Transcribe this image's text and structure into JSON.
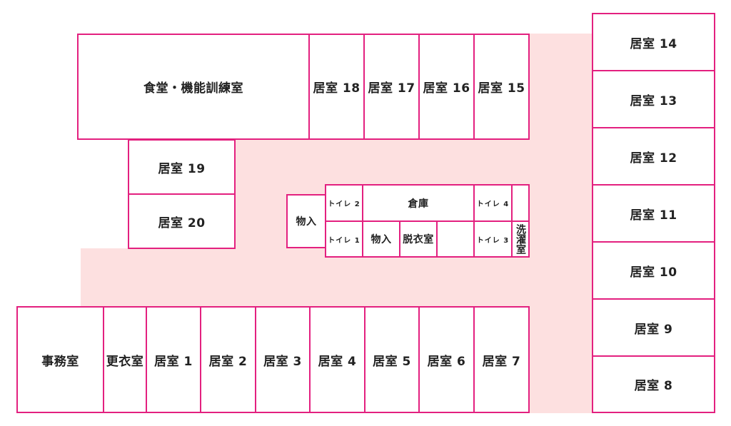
{
  "floor_plan": {
    "rooms": {
      "dining": "食堂・機能訓練室",
      "r18": "居室 18",
      "r17": "居室 17",
      "r16": "居室 16",
      "r15": "居室 15",
      "r14": "居室 14",
      "r13": "居室 13",
      "r12": "居室 12",
      "r11": "居室 11",
      "r10": "居室 10",
      "r9": "居室 9",
      "r8": "居室 8",
      "r19": "居室 19",
      "r20": "居室 20",
      "storage_left": "物入",
      "toilet2": "トイレ 2",
      "warehouse": "倉庫",
      "toilet4": "トイレ 4",
      "toilet1": "トイレ 1",
      "storage_mid": "物入",
      "dressing": "脱衣室",
      "toilet3": "トイレ 3",
      "laundry": "洗濯室",
      "office": "事務室",
      "changing": "更衣室",
      "r1": "居室 1",
      "r2": "居室 2",
      "r3": "居室 3",
      "r4": "居室 4",
      "r5": "居室 5",
      "r6": "居室 6",
      "r7": "居室 7"
    },
    "colors": {
      "wall": "#e3207f",
      "corridor": "#fde0e0",
      "room_fill": "#ffffff"
    }
  }
}
